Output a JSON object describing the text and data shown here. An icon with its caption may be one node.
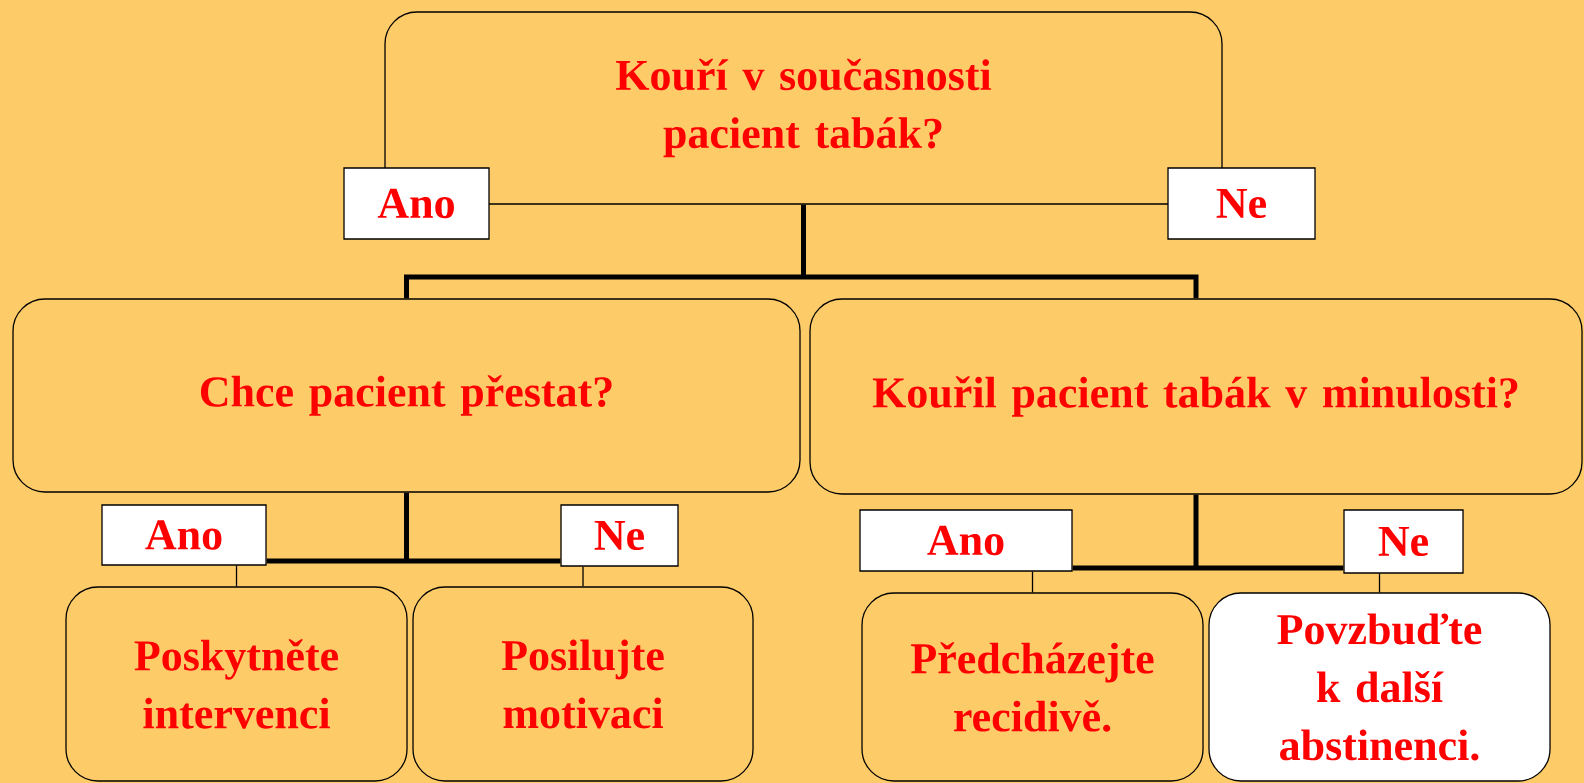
{
  "diagram": {
    "nodes": [
      {
        "text": [
          "Kouří v současnosti pacient tabák?"
        ]
      },
      {
        "text": [
          "Ano"
        ]
      },
      {
        "text": [
          "Ne"
        ]
      },
      {
        "text": [
          "Chce pacient přestat?"
        ]
      },
      {
        "text": [
          "Kouřil pacient tabák v minulosti?"
        ]
      },
      {
        "text": [
          "Ano"
        ]
      },
      {
        "text": [
          "Ne"
        ]
      },
      {
        "text": [
          "Ano"
        ]
      },
      {
        "text": [
          "Ne"
        ]
      },
      {
        "text": [
          "Poskytněte intervenci"
        ]
      },
      {
        "text": [
          "Posilujte motivaci"
        ]
      },
      {
        "text": [
          "Předcházejte recidivě."
        ]
      },
      {
        "text": [
          "Povzbuďte k další abstinenci."
        ]
      }
    ],
    "edges": [
      {
        "from": 0,
        "to": 3,
        "arrow": "none"
      },
      {
        "from": 0,
        "to": 4,
        "arrow": "none"
      },
      {
        "from": 3,
        "to": 5,
        "arrow": "none"
      },
      {
        "from": 3,
        "to": 6,
        "arrow": "none"
      },
      {
        "from": 4,
        "to": 7,
        "arrow": "none"
      },
      {
        "from": 4,
        "to": 8,
        "arrow": "none"
      },
      {
        "from": 5,
        "to": 9,
        "arrow": "none"
      },
      {
        "from": 6,
        "to": 10,
        "arrow": "none"
      },
      {
        "from": 7,
        "to": 11,
        "arrow": "none"
      },
      {
        "from": 8,
        "to": 12,
        "arrow": "none"
      }
    ]
  }
}
